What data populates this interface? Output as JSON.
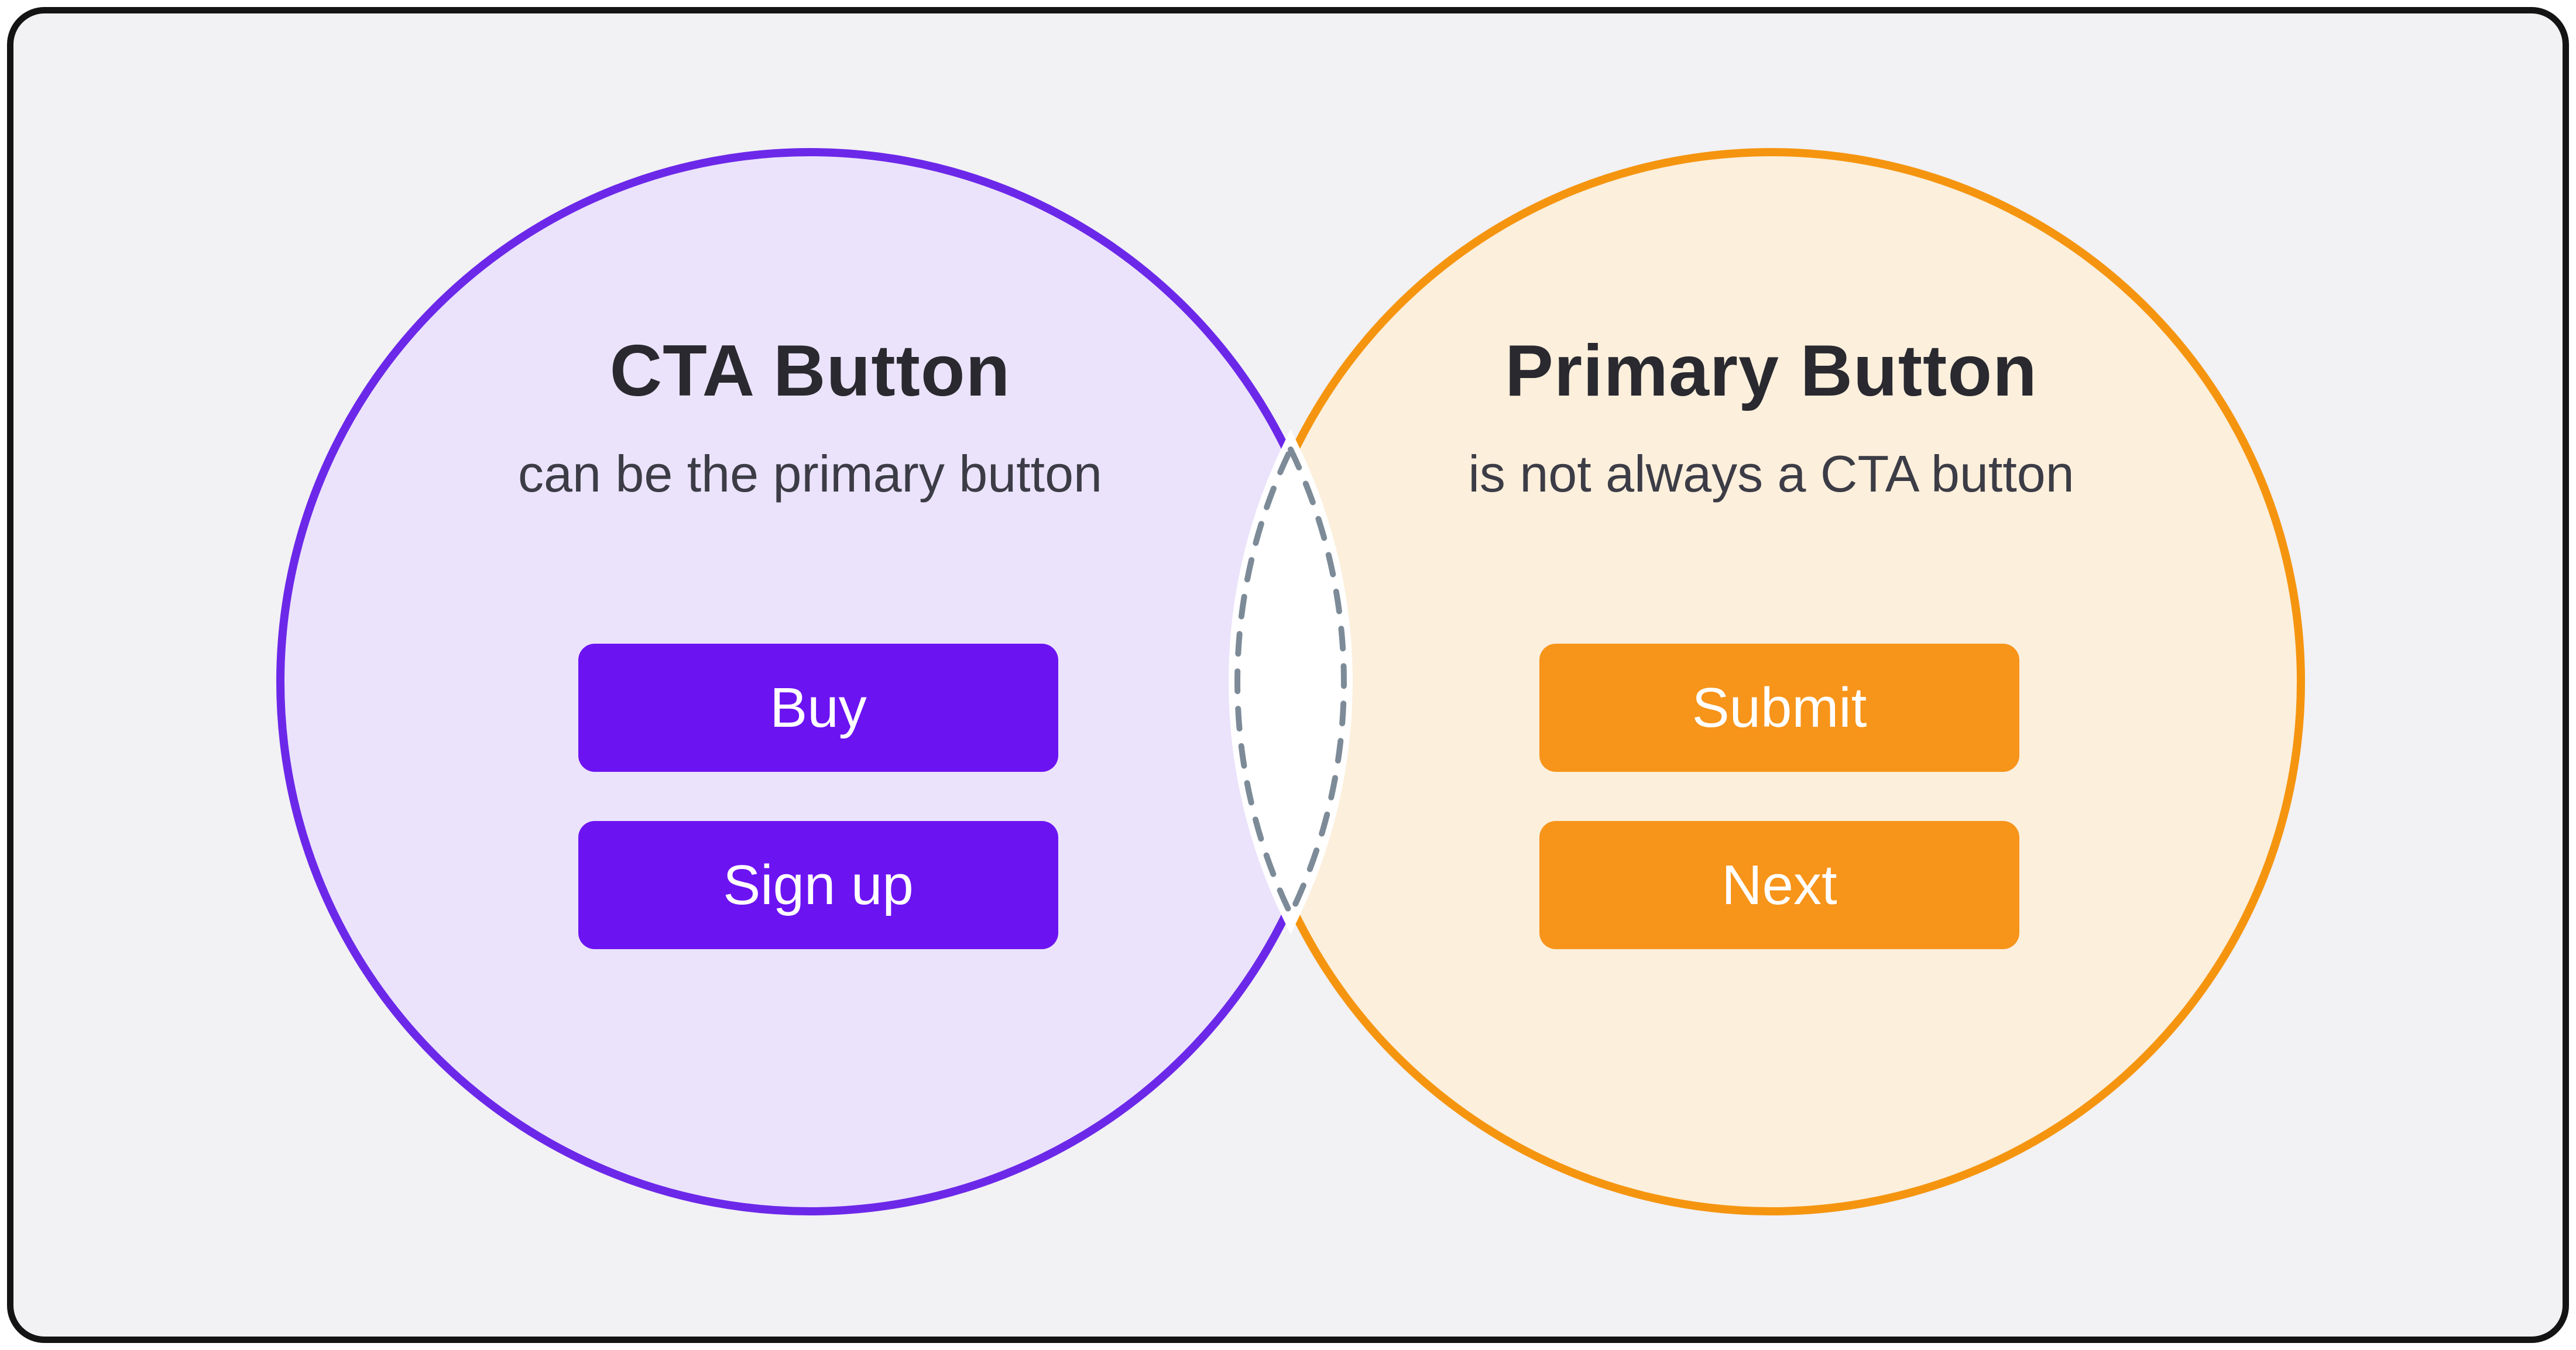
{
  "diagram": {
    "left": {
      "title": "CTA Button",
      "subtitle": "can be the primary button",
      "buttons": [
        {
          "label": "Buy"
        },
        {
          "label": "Sign up"
        }
      ]
    },
    "right": {
      "title": "Primary Button",
      "subtitle": "is not always a CTA button",
      "buttons": [
        {
          "label": "Submit"
        },
        {
          "label": "Next"
        }
      ]
    },
    "colors": {
      "background": "#F2F1F4",
      "frame_border": "#141414",
      "left_circle_fill": "#EBE3FB",
      "left_circle_border": "#6C28E9",
      "left_button": "#6C13F2",
      "right_circle_fill": "#FCEFDC",
      "right_circle_border": "#F5950F",
      "right_button": "#F7941A",
      "button_text": "#FFFFFF",
      "title_text": "#29292F",
      "subtitle_text": "#3C3C46",
      "overlap_dash": "#7D8B98"
    }
  }
}
